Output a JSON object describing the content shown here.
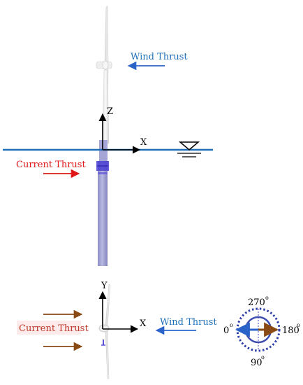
{
  "labels": {
    "wind_thrust_side": "Wind Thrust",
    "current_thrust_side": "Current Thrust",
    "axis_z": "Z",
    "axis_x_side": "X",
    "axis_y": "Y",
    "axis_x_top": "X",
    "wind_thrust_top": "Wind Thrust",
    "current_thrust_top": "Current Thrust",
    "angle_270": "270",
    "angle_0": "0",
    "angle_180": "180",
    "angle_90": "90",
    "degree_symbol": "o"
  },
  "colors": {
    "wind_arrow": "#2b64c8",
    "wind_text": "#1f6fb8",
    "current_arrow_side": "#e01818",
    "current_text_side": "#e01818",
    "current_arrow_top": "#8a4a14",
    "current_text_top": "#c0392b",
    "water_line": "#1f6fb8",
    "tower": "#9d9dd0",
    "dotted_circle": "#2e3ea8",
    "inner_circle": "#3e4db0"
  },
  "icons": {
    "water_level": "water-level-triangle-icon"
  }
}
